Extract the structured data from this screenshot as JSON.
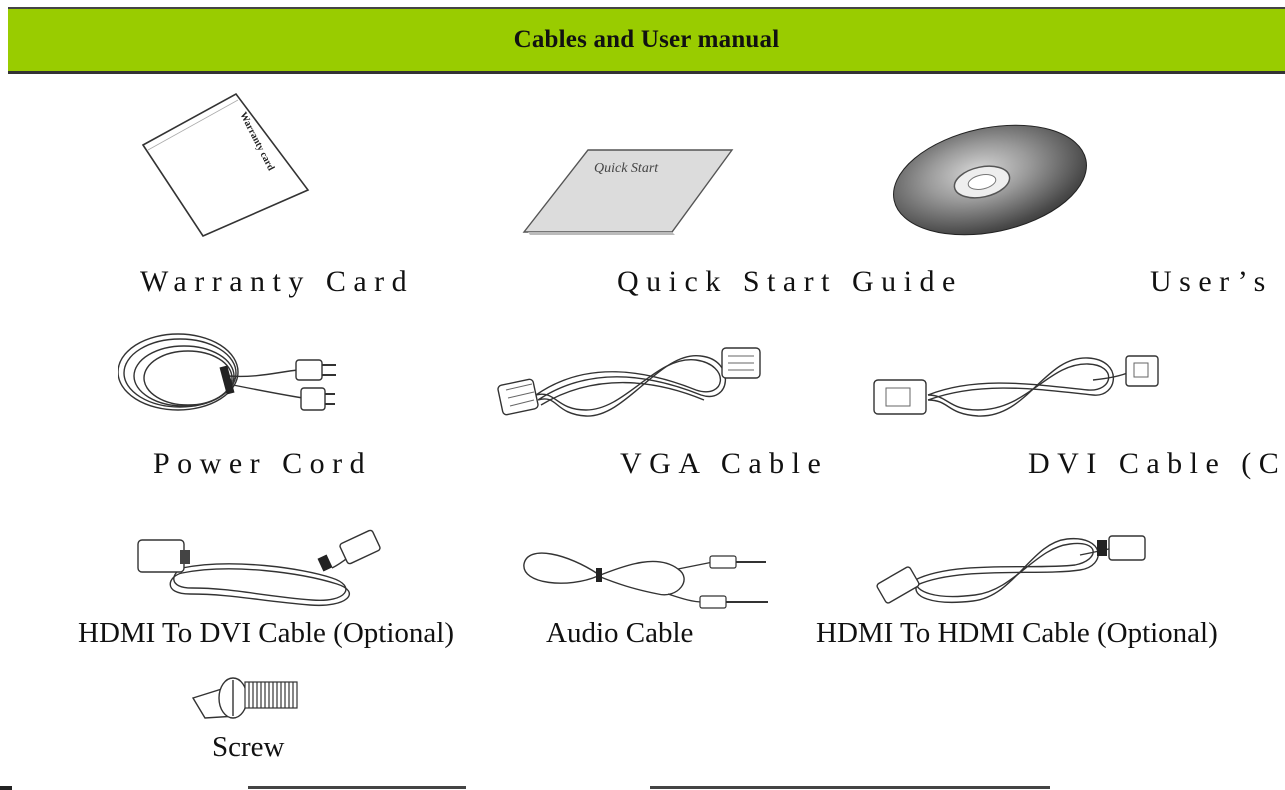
{
  "header": {
    "title": "Cables and User manual",
    "color": "#99cc00"
  },
  "items": [
    {
      "label": "Warranty Card",
      "icon": "warranty-card-icon",
      "text_on_item": "Warranty card"
    },
    {
      "label": "Quick Start Guide",
      "icon": "quick-start-guide-icon",
      "text_on_item": "Quick Start"
    },
    {
      "label": "User’s",
      "icon": "cd-disc-icon"
    },
    {
      "label": "Power Cord",
      "icon": "power-cord-icon"
    },
    {
      "label": "VGA Cable",
      "icon": "vga-cable-icon"
    },
    {
      "label": "DVI Cable (C",
      "icon": "dvi-cable-icon"
    },
    {
      "label": "HDMI To DVI Cable (Optional)",
      "icon": "hdmi-to-dvi-cable-icon"
    },
    {
      "label": "Audio Cable",
      "icon": "audio-cable-icon"
    },
    {
      "label": "HDMI To HDMI Cable (Optional)",
      "icon": "hdmi-to-hdmi-cable-icon"
    },
    {
      "label": "Screw",
      "icon": "screw-icon"
    }
  ]
}
